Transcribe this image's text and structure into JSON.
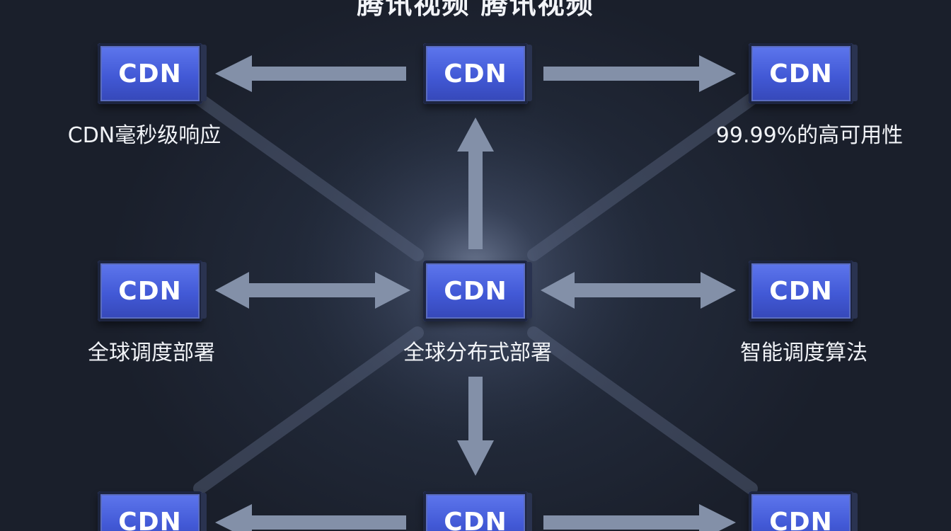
{
  "title": "腾讯视频 腾讯视频",
  "node_label": "CDN",
  "captions": {
    "top_left": "CDN毫秒级响应",
    "top_right": "99.99%的高可用性",
    "middle_left": "全球调度部署",
    "center": "全球分布式部署",
    "middle_right": "智能调度算法"
  },
  "colors": {
    "node_fill": "#4a62e0",
    "arrow": "#8390a8",
    "background": "#1c2230",
    "text": "#f1f3f7"
  }
}
